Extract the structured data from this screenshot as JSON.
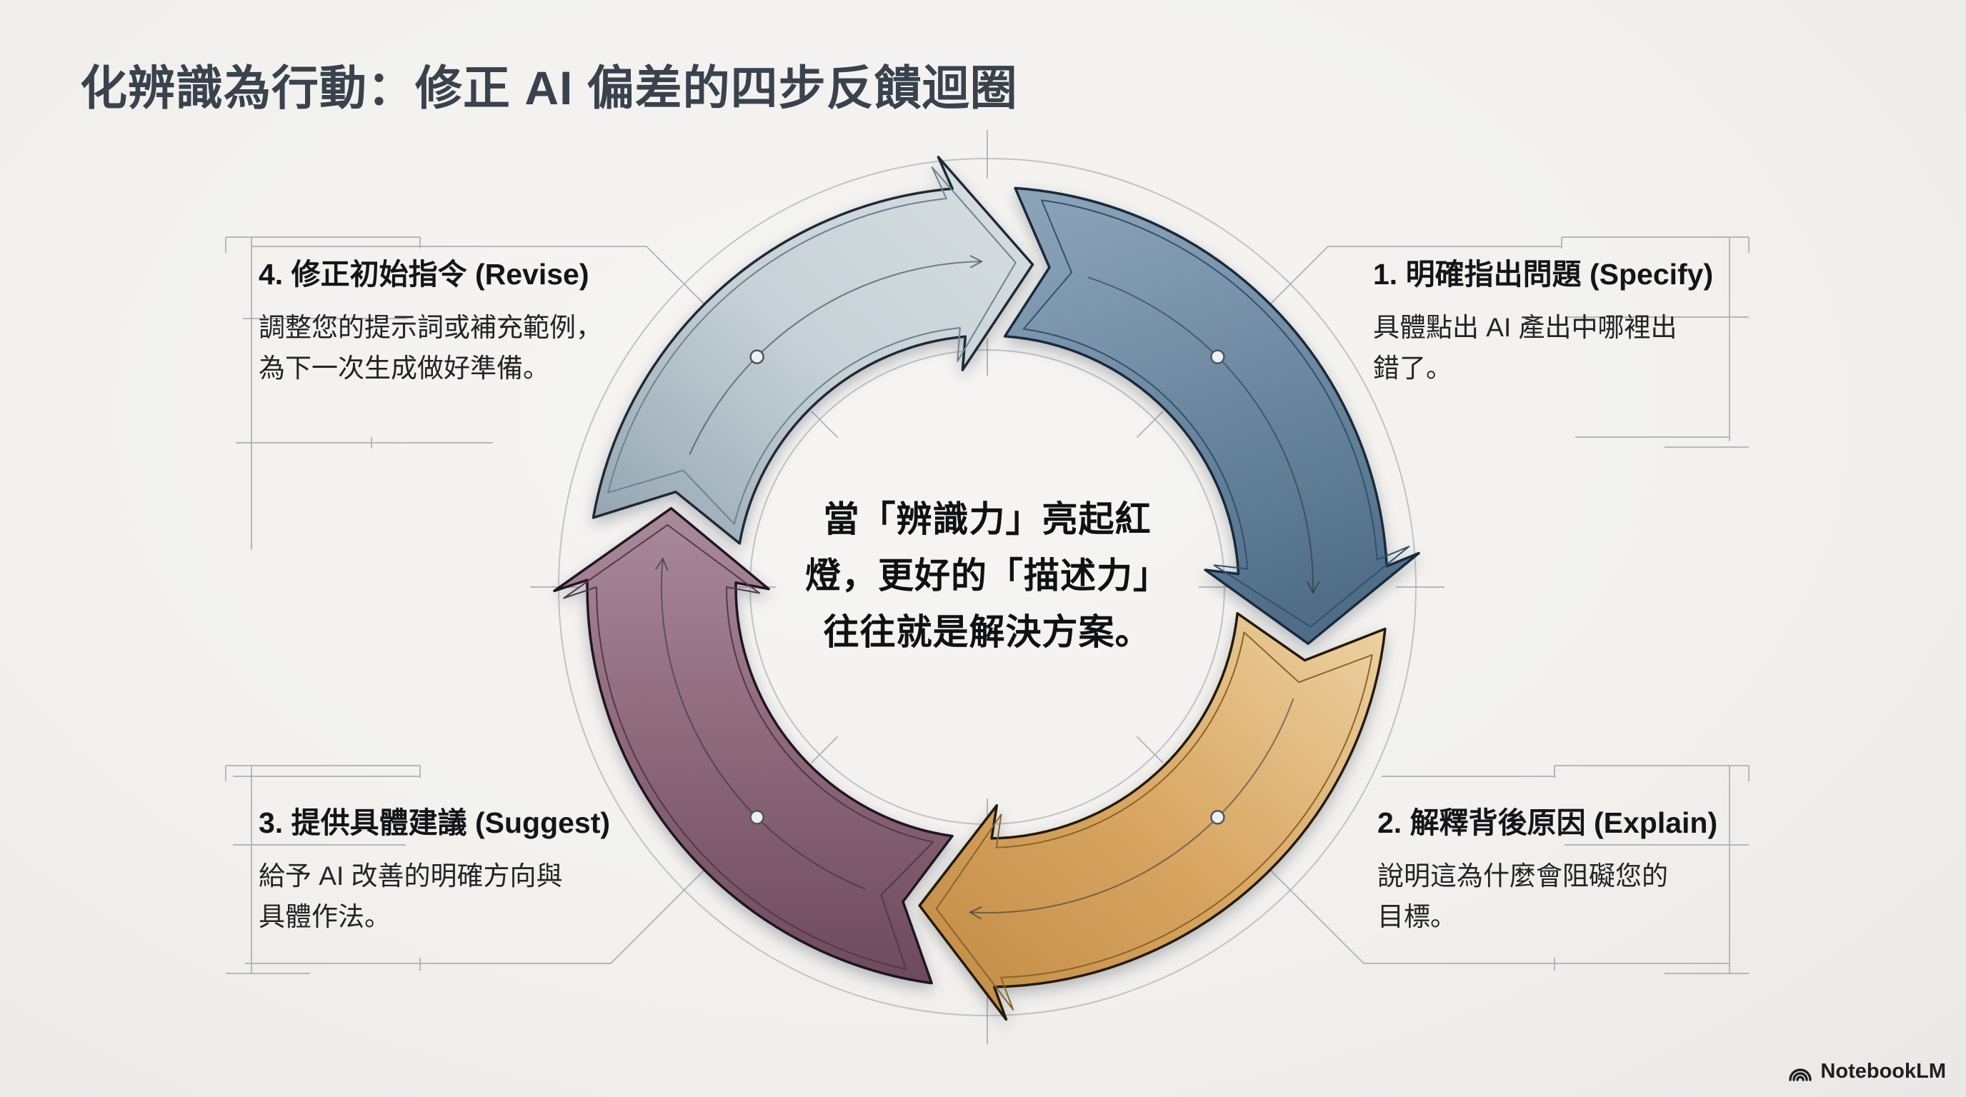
{
  "title": "化辨識為行動：修正 AI 偏差的四步反饋迴圈",
  "center_message": {
    "line1": "當「辨識力」亮起紅",
    "line2": "燈，更好的「描述力」",
    "line3": "往往就是解決方案。"
  },
  "steps": [
    {
      "heading": "1. 明確指出問題 (Specify)",
      "body_line1": "具體點出 AI 產出中哪裡出",
      "body_line2": "錯了。"
    },
    {
      "heading": "2. 解釋背後原因 (Explain)",
      "body_line1": "說明這為什麼會阻礙您的",
      "body_line2": "目標。"
    },
    {
      "heading": "3. 提供具體建議 (Suggest)",
      "body_line1": "給予 AI 改善的明確方向與",
      "body_line2": "具體作法。"
    },
    {
      "heading": "4. 修正初始指令 (Revise)",
      "body_line1": "調整您的提示詞或補充範例，",
      "body_line2": "為下一次生成做好準備。"
    }
  ],
  "footer": {
    "brand": "NotebookLM"
  },
  "colors": {
    "background": "#f2f1ee",
    "title": "#39424d",
    "heading": "#141518",
    "body": "#232426",
    "construction_line": "#a8aeb4",
    "center_text": "#101113"
  },
  "diagram": {
    "segments": [
      {
        "name": "revise-arc",
        "step": 4,
        "a0": 280,
        "a1": 355,
        "tip": 368,
        "node": 315,
        "grad": [
          "#91a3b0",
          "#c6d1d7",
          "#d8dfe3"
        ],
        "gradDir": [
          0,
          1,
          1,
          0
        ],
        "stroke": "#1e2a36",
        "inset": "#6e828f"
      },
      {
        "name": "specify-arc",
        "step": 1,
        "a0": 4,
        "a1": 87,
        "tip": 100,
        "node": 45,
        "grad": [
          "#8ba3b8",
          "#6d89a1",
          "#506d88"
        ],
        "gradDir": [
          0.2,
          0,
          0.5,
          1
        ],
        "stroke": "#182a3c",
        "inset": "#33506d"
      },
      {
        "name": "explain-arc",
        "step": 2,
        "a0": 96,
        "a1": 179,
        "tip": 192,
        "node": 135,
        "grad": [
          "#edd2a3",
          "#d9a763",
          "#c08a43"
        ],
        "gradDir": [
          1,
          0,
          0,
          1
        ],
        "stroke": "#241a0a",
        "inset": "#8a6428"
      },
      {
        "name": "suggest-arc",
        "step": 3,
        "a0": 188,
        "a1": 271,
        "tip": 284,
        "node": 225,
        "grad": [
          "#a98a9a",
          "#8d6879",
          "#6d4a5d"
        ],
        "gradDir": [
          0.5,
          0,
          0.5,
          1
        ],
        "stroke": "#1f1522",
        "inset": "#533a49"
      }
    ]
  }
}
